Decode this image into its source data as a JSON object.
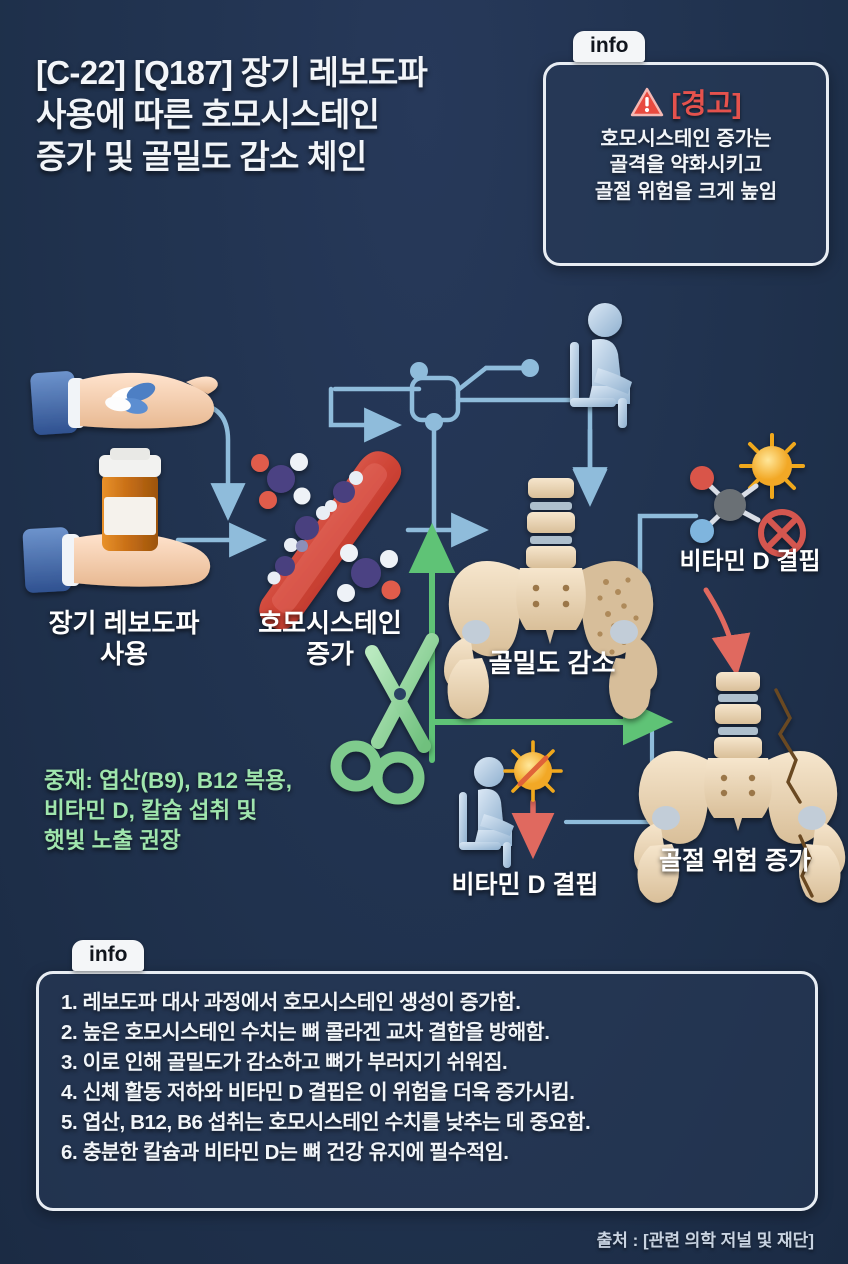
{
  "title": {
    "line1": "[C-22] [Q187] 장기 레보도파",
    "line2": "사용에 따른 호모시스테인",
    "line3": "증가 및 골밀도 감소 체인"
  },
  "warning_panel": {
    "tab_label": "info",
    "warning_icon": "warning-triangle-icon",
    "heading": "[경고]",
    "lines": [
      "호모시스테인 증가는",
      "골격을 약화시키고",
      "골절 위험을 크게 높임"
    ]
  },
  "diagram": {
    "nodes": [
      {
        "id": "levodopa",
        "label_line1": "장기 레보도파",
        "label_line2": "사용",
        "icon": "hand-with-pills-and-bottle-icon"
      },
      {
        "id": "homocysteine",
        "label_line1": "호모시스테인",
        "label_line2": "증가",
        "icon": "blood-vessel-molecules-icon"
      },
      {
        "id": "bone-density",
        "label_line1": "골밀도 감소",
        "label_line2": "",
        "icon": "osteoporotic-pelvis-icon"
      },
      {
        "id": "vitd-top",
        "label_line1": "비타민 D 결핍",
        "label_line2": "",
        "icon": "molecule-sun-blocked-icon"
      },
      {
        "id": "vitd-bottom",
        "label_line1": "비타민 D 결핍",
        "label_line2": "",
        "icon": "seated-person-no-sun-icon"
      },
      {
        "id": "fracture",
        "label_line1": "골절 위험 증가",
        "label_line2": "",
        "icon": "fractured-pelvis-icon"
      }
    ],
    "sedentary_icon": "seated-person-icon",
    "intervention_icon": "scissors-icon",
    "intervention_text": {
      "line1": "중재: 엽산(B9), B12 복용,",
      "line2": "비타민 D, 칼슘 섭취 및",
      "line3": "햇빛 노출 권장"
    }
  },
  "steps_panel": {
    "tab_label": "info",
    "items": [
      "1. 레보도파 대사 과정에서 호모시스테인 생성이 증가함.",
      "2. 높은 호모시스테인 수치는 뼈 콜라겐 교차 결합을 방해함.",
      "3. 이로 인해 골밀도가 감소하고 뼈가 부러지기 쉬워짐.",
      "4. 신체 활동 저하와 비타민 D 결핍은 이 위험을 더욱 증가시킴.",
      "5. 엽산, B12, B6 섭취는 호모시스테인 수치를 낮추는 데 중요함.",
      "6. 충분한 칼슘과 비타민 D는 뼈 건강 유지에 필수적임."
    ]
  },
  "source": "출처 : [관련 의학 저널 및 재단]",
  "colors": {
    "background": "#20324e",
    "panel_border": "#e8edf3",
    "warning_red": "#e5524d",
    "intervention_green": "#9fe5ad",
    "connector_blue": "#8fbcdb",
    "arrow_red": "#e0695f",
    "bone": "#e8d3b4"
  }
}
